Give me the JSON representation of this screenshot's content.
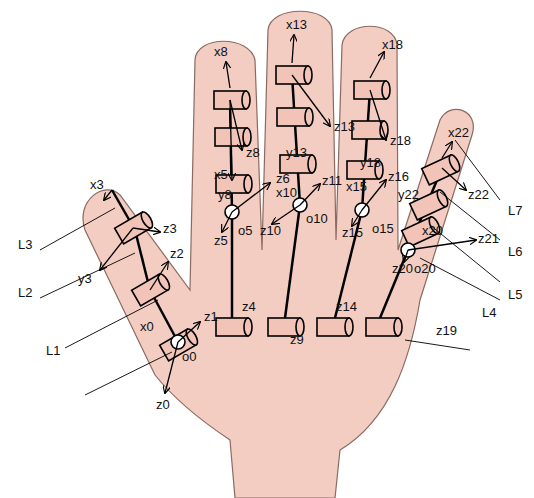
{
  "diagram": {
    "labels": [
      "x3",
      "z3",
      "L3",
      "L2",
      "y3",
      "z2",
      "L1",
      "x0",
      "z1",
      "o0",
      "z0",
      "x8",
      "z8",
      "y8",
      "x5",
      "z6",
      "z5",
      "o5",
      "x13",
      "z13",
      "y13",
      "x10",
      "z11",
      "z10",
      "o10",
      "z4",
      "z9",
      "x18",
      "z18",
      "y18",
      "x15",
      "z16",
      "z15",
      "o15",
      "z14",
      "z19",
      "x22",
      "z22",
      "L7",
      "y22",
      "L6",
      "x20",
      "z21",
      "L5",
      "z20",
      "o20",
      "L4"
    ]
  }
}
